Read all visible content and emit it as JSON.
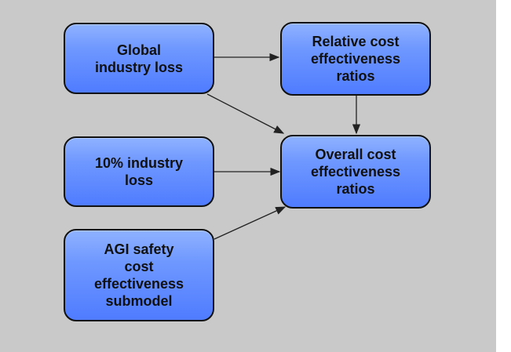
{
  "diagram": {
    "nodes": [
      {
        "id": "global-industry-loss",
        "label": "Global\nindustry loss"
      },
      {
        "id": "relative-cost-effectiveness-ratios",
        "label": "Relative cost\neffectiveness\nratios"
      },
      {
        "id": "ten-percent-industry-loss",
        "label": "10% industry\nloss"
      },
      {
        "id": "overall-cost-effectiveness-ratios",
        "label": "Overall cost\neffectiveness\nratios"
      },
      {
        "id": "agi-safety-submodel",
        "label": "AGI safety\ncost\neffectiveness\nsubmodel"
      }
    ],
    "edges": [
      {
        "from": "global-industry-loss",
        "to": "relative-cost-effectiveness-ratios"
      },
      {
        "from": "global-industry-loss",
        "to": "overall-cost-effectiveness-ratios"
      },
      {
        "from": "relative-cost-effectiveness-ratios",
        "to": "overall-cost-effectiveness-ratios"
      },
      {
        "from": "ten-percent-industry-loss",
        "to": "overall-cost-effectiveness-ratios"
      },
      {
        "from": "agi-safety-submodel",
        "to": "overall-cost-effectiveness-ratios"
      }
    ],
    "colors": {
      "background": "#c9c9c9",
      "node_fill": "#6f98ff",
      "node_border": "#111111",
      "arrow": "#222222"
    }
  }
}
